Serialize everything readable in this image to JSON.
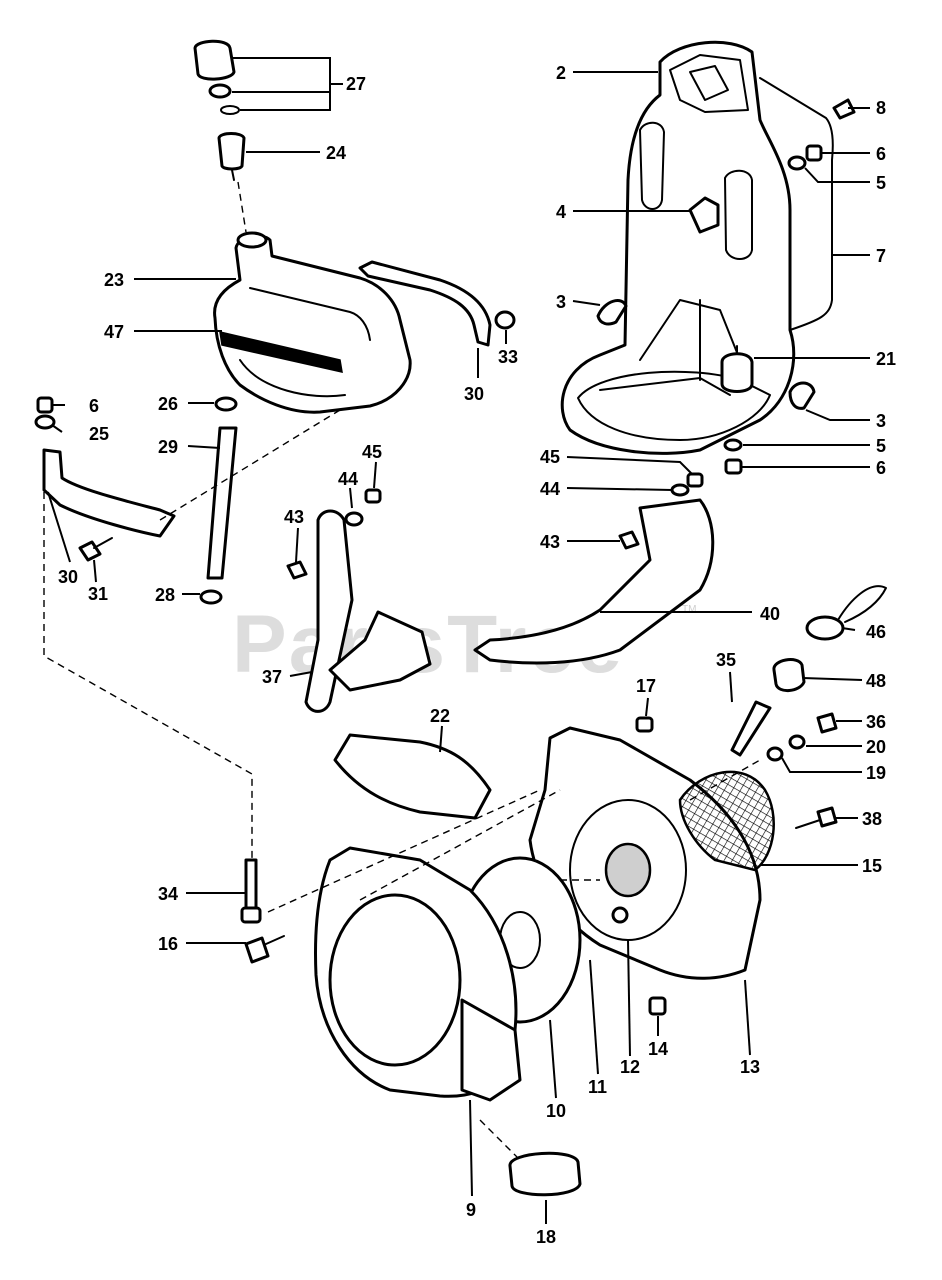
{
  "watermark": {
    "text": "PartsTree",
    "tm": "TM"
  },
  "callouts": {
    "c2": "2",
    "c8": "8",
    "c6a": "6",
    "c5a": "5",
    "c4": "4",
    "c7": "7",
    "c3a": "3",
    "c21": "21",
    "c3b": "3",
    "c5b": "5",
    "c6b": "6",
    "c27": "27",
    "c24": "24",
    "c23": "23",
    "c47": "47",
    "c33": "33",
    "c30a": "30",
    "c6c": "6",
    "c25": "25",
    "c26": "26",
    "c29": "29",
    "c30b": "30",
    "c31": "31",
    "c28": "28",
    "c45a": "45",
    "c44a": "44",
    "c43a": "43",
    "c37": "37",
    "c45b": "45",
    "c44b": "44",
    "c43b": "43",
    "c40": "40",
    "c46": "46",
    "c48": "48",
    "c35": "35",
    "c17": "17",
    "c22": "22",
    "c36": "36",
    "c20": "20",
    "c19": "19",
    "c38": "38",
    "c15": "15",
    "c34": "34",
    "c16": "16",
    "c14": "14",
    "c13": "13",
    "c12": "12",
    "c11": "11",
    "c10": "10",
    "c9": "9",
    "c18": "18"
  }
}
